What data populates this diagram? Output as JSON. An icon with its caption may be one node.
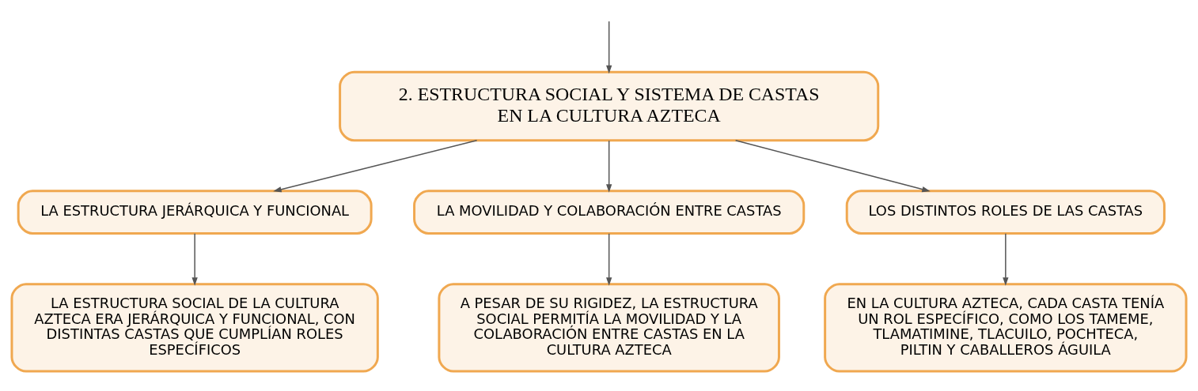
{
  "diagram": {
    "nodes": [
      {
        "text": [
          "2. ESTRUCTURA SOCIAL Y SISTEMA DE CASTAS EN LA CULTURA AZTECA"
        ]
      },
      {
        "text": [
          "LA ESTRUCTURA JERÁRQUICA Y FUNCIONAL"
        ]
      },
      {
        "text": [
          "LA MOVILIDAD Y COLABORACIÓN ENTRE CASTAS"
        ]
      },
      {
        "text": [
          "LOS DISTINTOS ROLES DE LAS CASTAS"
        ]
      },
      {
        "text": [
          "LA ESTRUCTURA SOCIAL DE LA CULTURA AZTECA ERA JERÁRQUICA Y FUNCIONAL, CON DISTINTAS CASTAS QUE CUMPLÍAN ROLES ESPECÍFICOS"
        ]
      },
      {
        "text": [
          "A PESAR DE SU RIGIDEZ, LA ESTRUCTURA SOCIAL PERMITÍA LA MOVILIDAD Y LA COLABORACIÓN ENTRE CASTAS EN LA CULTURA AZTECA"
        ]
      },
      {
        "text": [
          "EN LA CULTURA AZTECA, CADA CASTA TENÍA UN ROL ESPECÍFICO, COMO LOS TAMEME, TLAMATIMINE, TLACUILO, POCHTECA, PILTIN Y CABALLEROS ÁGUILA"
        ]
      }
    ],
    "edges": [
      {
        "from": null,
        "to": 0,
        "arrow": "to"
      },
      {
        "from": 0,
        "to": 1,
        "arrow": "to"
      },
      {
        "from": 0,
        "to": 2,
        "arrow": "to"
      },
      {
        "from": 0,
        "to": 3,
        "arrow": "to"
      },
      {
        "from": 1,
        "to": 4,
        "arrow": "to"
      },
      {
        "from": 2,
        "to": 5,
        "arrow": "to"
      },
      {
        "from": 3,
        "to": 6,
        "arrow": "to"
      }
    ]
  }
}
